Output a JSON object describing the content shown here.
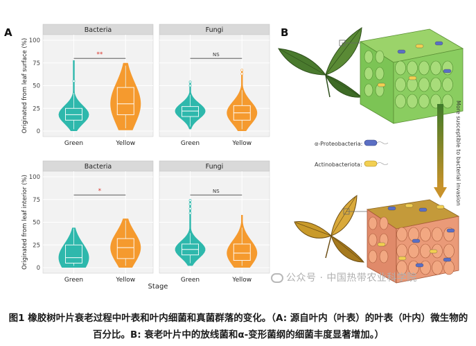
{
  "panel_a_letter": "A",
  "panel_b_letter": "B",
  "x_axis_title": "Stage",
  "chart_data": [
    {
      "type": "violin",
      "facet": "Bacteria",
      "ylabel": "Originated from leaf surface (%)",
      "categories": [
        "Green",
        "Yellow"
      ],
      "ylim": [
        0,
        100
      ],
      "yticks": [
        0,
        25,
        50,
        75,
        100
      ],
      "significance": "**",
      "violin_colors": [
        "#2eb8ac",
        "#f59a2e"
      ],
      "box": [
        {
          "min": 2,
          "q1": 12,
          "median": 18,
          "q3": 25,
          "max": 42
        },
        {
          "min": 3,
          "q1": 18,
          "median": 30,
          "q3": 48,
          "max": 72
        }
      ],
      "violin_range": [
        [
          0,
          78
        ],
        [
          1,
          75
        ]
      ],
      "outliers": [
        [
          55
        ],
        []
      ]
    },
    {
      "type": "violin",
      "facet": "Fungi",
      "ylabel": "",
      "categories": [
        "Green",
        "Yellow"
      ],
      "ylim": [
        0,
        100
      ],
      "yticks": [
        0,
        25,
        50,
        75,
        100
      ],
      "significance": "NS",
      "violin_colors": [
        "#2eb8ac",
        "#f59a2e"
      ],
      "box": [
        {
          "min": 5,
          "q1": 16,
          "median": 22,
          "q3": 27,
          "max": 40
        },
        {
          "min": 2,
          "q1": 12,
          "median": 20,
          "q3": 28,
          "max": 45
        }
      ],
      "violin_range": [
        [
          2,
          55
        ],
        [
          0,
          66
        ]
      ],
      "outliers": [
        [
          50,
          54
        ],
        [
          63,
          67
        ]
      ]
    },
    {
      "type": "violin",
      "facet": "Bacteria",
      "ylabel": "Originated from leaf interior (%)",
      "categories": [
        "Green",
        "Yellow"
      ],
      "ylim": [
        0,
        100
      ],
      "yticks": [
        0,
        25,
        50,
        75,
        100
      ],
      "significance": "*",
      "violin_colors": [
        "#2eb8ac",
        "#f59a2e"
      ],
      "box": [
        {
          "min": 2,
          "q1": 5,
          "median": 11,
          "q3": 25,
          "max": 43
        },
        {
          "min": 2,
          "q1": 10,
          "median": 22,
          "q3": 32,
          "max": 52
        }
      ],
      "violin_range": [
        [
          0,
          44
        ],
        [
          0,
          54
        ]
      ],
      "outliers": [
        [],
        []
      ]
    },
    {
      "type": "violin",
      "facet": "Fungi",
      "ylabel": "",
      "categories": [
        "Green",
        "Yellow"
      ],
      "ylim": [
        0,
        100
      ],
      "yticks": [
        0,
        25,
        50,
        75,
        100
      ],
      "significance": "NS",
      "violin_colors": [
        "#2eb8ac",
        "#f59a2e"
      ],
      "box": [
        {
          "min": 5,
          "q1": 14,
          "median": 20,
          "q3": 26,
          "max": 38
        },
        {
          "min": 2,
          "q1": 8,
          "median": 16,
          "q3": 26,
          "max": 44
        }
      ],
      "violin_range": [
        [
          2,
          75
        ],
        [
          0,
          58
        ]
      ],
      "outliers": [
        [
          60,
          65,
          70,
          74
        ],
        []
      ]
    }
  ],
  "diagram": {
    "legend": [
      {
        "label": "α-Proteobacteria:",
        "color": "#5b6fc4"
      },
      {
        "label": "Actinobacteriota:",
        "color": "#f2cf52"
      }
    ],
    "arrow_label": "More susceptible to bacterial invasion",
    "colors": {
      "green_leaf": "#4a7a2e",
      "yellow_leaf": "#c99a2a",
      "green_tissue": "#7cc455",
      "senescent_tissue": "#e08a6a",
      "arrow_top": "#3e7a2a",
      "arrow_bottom": "#c8922a"
    }
  },
  "watermark": "公众号 · 中国热带农业科学院",
  "caption": "图1 橡胶树叶片衰老过程中叶表和叶内细菌和真菌群落的变化。（A: 源自叶内（叶表）的叶表（叶内）微生物的百分比。B: 衰老叶片中的放线菌和α-变形菌纲的细菌丰度显著增加。）"
}
